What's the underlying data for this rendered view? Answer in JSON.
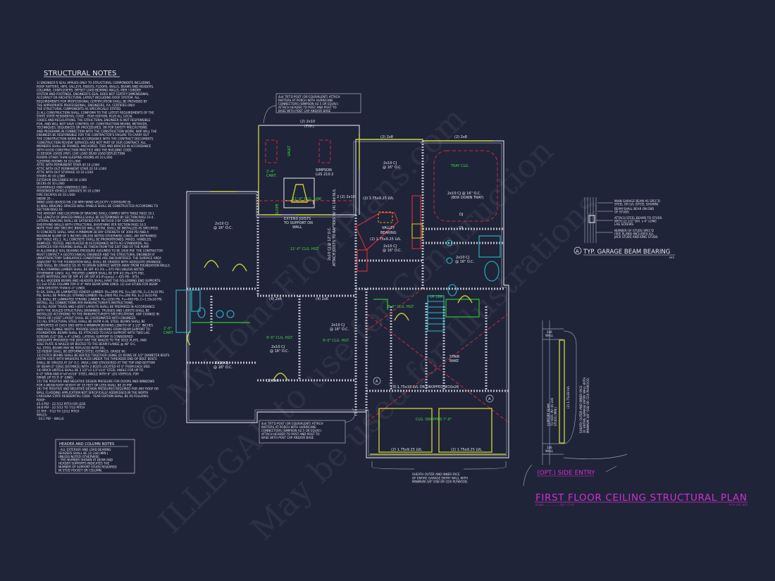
{
  "structural_notes": {
    "title": "STRUCTURAL NOTES",
    "lines": [
      "1) ENGINEER'S SEAL APPLIES ONLY TO STRUCTURAL COMPONENTS INCLUDING",
      "ROOF RAFTERS, HIPS, VALLEYS, RIDGES, FLOORS, WALLS, BEAMS AND HEADERS,",
      "COLUMNS, CANTILEVERS, OFFSET LOAD BEARING WALLS, PIER / GIRDER",
      "SYSTEM AND FOOTINGS. ENGINEER'S SEAL DOES NOT CERTIFY DIMENSIONAL",
      "ACCURACY OR ARCHITECTURAL LAYOUT INCLUDING ROOF SYSTEM. ALL",
      "REQUIREMENTS FOR PROFESSIONAL CERTIFICATION SHALL BE PROVIDED BY",
      "THE APPROPRIATE PROFESSIONAL. ENGINEERS, P.A. CERTIFIES ONLY",
      "THE STRUCTURAL COMPONENTS AS SPECIFICALLY STATED.",
      "2) ALL CONSTRUCTION SHALL CONFORM TO THE LATEST REQUIREMENTS OF THE",
      "STATE STATE RESIDENTIAL CODE - YEAR EDITION, PLUS ALL LOCAL",
      "CODES AND REGULATIONS. THE STRUCTURAL ENGINEER IS NOT RESPONSIBLE",
      "FOR, AND WILL NOT HAVE CONTROL OF, CONSTRUCTION MEANS, METHODS,",
      "TECHNIQUES, SEQUENCES OR PROCEDURES, OR FOR SAFETY PRECAUTIONS",
      "AND PROGRAMS IN CONNECTION WITH THE CONSTRUCTION WORK, NOR WILL THE",
      "ENGINEER BE RESPONSIBLE FOR THE CONTRACTOR'S FAILURE TO CARRY OUT",
      "THE CONSTRUCTION WORK IN ACCORDANCE WITH THE CONTRACT DOCUMENTS.",
      "'CONSTRUCTION REVIEW' SERVICES ARE NOT PART OF OUR CONTRACT. ALL",
      "MEMBERS SHALL BE FRAMED, ANCHORED, TIED AND BRACED IN ACCORDANCE",
      "WITH GOOD CONSTRUCTION PRACTICE AND THE BUILDING CODE.",
      "3) DESIGN LOADS (PSF):            LIVE LOAD   DEAD LOAD   DEFLECTION",
      "ROOMS OTHER THAN SLEEPING ROOMS       40          10         L/360",
      "SLEEPING ROOMS                        30          10         L/360",
      "ATTIC WITH PERMANENT STAIR            40          10         L/360",
      "ATTIC WITH OUT PERMANENT STAIR        20          10         L/360",
      "ATTIC WITH OUT STORAGE                10          10         L/240",
      "STAIRS                                40          10         L/360",
      "EXTERIOR BALCONIES                    60          10         L/360",
      "DECKS                                 40          10         L/360",
      "GUARDRAILS AND HANDRAILS              200         -          -",
      "PASSENGER VEHICLE GARAGES             50          10         L/360",
      "FIRE ESCAPES                          40          10         L/360",
      "SNOW                                  20          -          -",
      "WIND LOAD        (BASED ON 130 MPH WIND VELOCITY / EXPOSURE B)",
      "4) WALL BRACING: BRACED WALL PANELS SHALL BE CONSTRUCTED ACCORDING TO",
      "SECTION R602.10.",
      "THE AMOUNT AND LOCATION OF BRACING SHALL COMPLY WITH TABLE R602.10.1.",
      "THE LENGTH OF BRACED PANELS SHALL BE DETERMINED BY SECTION R602.10.4.",
      "LATERAL BRACING SHALL BE SATISFIED FOR METHOD 3 BY CONTINUOUSLY",
      "SHEATHING WALLS WITH STRUCTURAL SHEATHING PER SECTION R602.10.5.",
      "NOTE THAT ANY SPECIFIC BRACED WALL DETAIL SHALL BE INSTALLED AS SPECIFIED.",
      "5) CONCRETE SHALL HAVE A MINIMUM 28 DAY STRENGTH OF 3000 PSI AND A",
      "MAXIMUM SLUMP OF 5 INCHES UNLESS NOTED OTHERWISE (UNO). AIR ENTRAINED",
      "PER TABLE 402.2. ALL CONCRETE SHALL BE PROPORTIONED, MIXED, HANDLED,",
      "SAMPLED, TESTED, AND PLACED IN ACCORDANCE WITH ACI STANDARDS. ALL",
      "SURFACES FOR POURING SHALL BE TAKEN FROM THE EXIT END OF THE PUMP.",
      "6) ALLOWABLE SOIL BEARING PRESSURE ASSUMED TO BE 2000 PSF. THE CONTRACTOR",
      "MUST CONTACT A GEOTECHNICAL ENGINEER AND THE STRUCTURAL ENGINEER IF",
      "UNSATISFACTORY SUBSURFACE CONDITIONS ARE ENCOUNTERED. THE SURFACE AREA",
      "ADJACENT TO THE FOUNDATION WALL SHALL BE GRADED WITH ADEQUATE DRAINAGE,",
      "AND SHALL BE GRADED SO AS TO DRAIN SURFACE WATER AWAY FROM FOUNDATION WALLS.",
      "7) ALL FRAMING LUMBER SHALL BE SPF #2 (Fb = 875 PSI) UNLESS NOTED",
      "OTHERWISE (UNO). ALL TREATED LUMBER SHALL BE SYP #2 (Fb=975 PSI).",
      "PLATE MATERIAL MAY BE SPF #3 OR SYP #3 (Fc(perp) = 425 PSI - 975).",
      "8) ALL WOODEN BEAMS AND HEADERS SHALL HAVE THE FOLLOWING END SUPPORTS:",
      "(1) 2x4 STUD COLUMN FOR 6'-0\" MAX BEAM SPAN (UNO). (2) 2x4 STUDS FOR BEAM",
      "SPAN GREATER THAN 6'-0\" (UNO).",
      "9) LVL SHALL BE LAMINATED VENEER LUMBER: Fb=2600 PSI, Fv=285 PSI, E=1.9x10 PSI.",
      "PSL SHALL BE PARALLEL STRAND LUMBER: Fb=2900 PSI, Fv=290 PSI, E=2.0x10 PSI.",
      "LSL SHALL BE LAMINATED STRAND LUMBER: Fb=2250 PSI, Fv=400 PSI, E=1.55x10 PSI.",
      "INSTALL ALL CONNECTIONS PER MANUFACTURER'S INSTRUCTIONS.",
      "10) ALL ROOF TRUSS AND I-JOIST LAYOUTS SHALL BE PREPARED IN ACCORDANCE",
      "WITH THE SEALED STRUCTURAL DRAWINGS. TRUSSES AND I-JOISTS SHALL BE",
      "INSTALLED ACCORDING TO THE MANUFACTURER'S SPECIFICATIONS. ANY CHANGE IN",
      "TRUSS OR I-JOIST LAYOUT SHALL BE COORDINATED WITH ENGINEER.",
      "11) ALL STRUCTURAL STEEL SHALL BE ASTM A-36. STEEL BEAMS SHALL BE",
      "SUPPORTED AT EACH END WITH A MINIMUM BEARING LENGTH OF 3 1/2\" INCHES",
      "AND FULL FLANGE WIDTH. PROVIDE SOLID BEARING FROM BEAM SUPPORT TO",
      "FOUNDATION. BEAMS SHALL BE ATTACHED TO EACH SUPPORT WITH TWO LAG",
      "SCREWS (1/2\" DIA. x 4\" LONG). LATERAL SUPPORT IS CONSIDERED",
      "ADEQUATE PROVIDED THE JOIST ARE TOE NAILED TO THE SOLE PLATE, AND",
      "SOLE PLATE IS NAILED OR BOLTED TO THE BEAM FLANGE @ 48\" O.C.",
      "ALL STEEL BEAMS MAY BE REPLACED WITH LVL.",
      "12) REBAR SHALL BE DEFORMED STEEL ASTM615, GRADE 60.",
      "13) FLITCH BEAMS SHALL BE BOLTED TOGETHER USING (2) ROWS OF 1/2\" DIAMETER BOLTS",
      "(ASTM A307) WITH WASHERS PLACED UNDER THE THREADED END OF BOLT. BOLTS",
      "SHALL BE SPACED AT 24\" O.C. (MAX.) AND STAGGERED AT THE TOP AND BOTTOM",
      "OF BEAM (2\" EDGE DISTANCE) WITH 2 BOLTS LOCATED AT 6\" FROM EACH END.",
      "14) BRICK LINTELS SHALL BE 3 1/2\"x3 1/2\"x1/4\" STEEL ANGLE FOR UP TO",
      "6'-0\" SPAN AND 6\"x4\"x5/16\" STEEL ANGLE WITH 6\" LEG VERTICAL FOR",
      "SPANS UP TO 9'-0\" (UNO).",
      "15) THE POSITIVE AND NEGATIVE DESIGN PRESSURE FOR DOORS AND WINDOWS",
      "FOR A MEAN ROOF HEIGHT OF 35 FEET OR LESS SHALL BE 25 PSF.",
      "16) THE POSITIVE AND NEGATIVE DESIGN PRESSURES REQUIRED FOR ANY ROOF OR",
      "WALL CLADDING APPLICATION NOT SPECIFICALLY ADDRESSED IN THE NORTH",
      "CAROLINA STATE RESIDENTIAL CODE - YEAR EDITION SHALL BE AS FOLLOWS:",
      "ROOF:",
      "  45.4 PSF - 22.5/12 PITCH OR LESS",
      "  34.8 PSF - 22.5/12 TO 7/12 PITCH",
      "  21 PSF - 7/12 TO 12/12 PITCH",
      "WALLS:",
      "  - 24.1 PSF - WALLS"
    ]
  },
  "header_column_notes": {
    "title": "HEADER AND COLUMN NOTES",
    "lines": [
      "- ALL EXTERIOR AND LOAD BEARING",
      "HEADERS SHALL BE (2) 2x8 (MIN.)",
      "UNLESS NOTED OTHERWISE.",
      "- THE NUMBER SHOWN AT BEAM AND",
      "HEADER SUPPORTS INDICATES THE",
      "NUMBER OF SUPPORT STUDS REQUIRED",
      "IN STUD POCKET OR COLUMN."
    ]
  },
  "callouts": {
    "porch_post_top": [
      "4x4 TRT'D POST (OR EQUIVALENT) ATTACH",
      "RAFTERS AT PORCH WITH HURRICANE",
      "CONNECTORS (SIMPSON H2.5 OR EQUIV.)",
      "ATTACH HEADER TO POST AND POST TO",
      "BASE WITH POST CAP AND/OR BASE"
    ],
    "porch_post_bottom": [
      "4x4 TRT'D POST (OR EQUIVALENT) ATTACH",
      "RAFTERS AT PORCH WITH HURRICANE",
      "CONNECTORS (SIMPSON H2.5 OR EQUIV.)",
      "ATTACH HEADER TO POST AND POST TO",
      "BASE WITH POST CAP AND/OR BASE"
    ],
    "sheath_garage": [
      "SHEATH OUTER AND INNER FACE",
      "OF ENTIRE GARAGE ENTRY WALL WITH",
      "MINIMUM 3/8\" OSB OR CDX PLYWOOD."
    ]
  },
  "plan_labels": {
    "hdr_2_2x10_typ": "(2) 2x10",
    "typ": "(TYP.)",
    "hdr_2_2x8_a": "(2) 2x8",
    "hdr_2_2x8_b": "(2) 2x8",
    "vault": "VAULT",
    "cant": "2'-4\"",
    "cant2": "CANT.",
    "simpson": "SIMPSON",
    "simpson2": "LUS 210-2",
    "clg_line": "11'-0\" CLG. LINE",
    "slope": "SLOPE",
    "extend1": "EXTEND JOISTS",
    "extend2": "TO SUPPORT ON",
    "extend3": "WALL",
    "cj_16": "2x10 CJ",
    "oc_16": "@ 16\" O.C.",
    "clg_hgt_11": "11'-0\" CLG. HGT.",
    "cj_vertical": "2x10 CJ @ 12\" O.C.",
    "attach_rafters": "ATTACH JOISTS TO RAFTERS W/ (4) 16d NLS.",
    "lvl_a": "(2) 1.75x9.25 LVL",
    "lvl_b": "(2) 1.75x9.25 LVL",
    "hdr_2_2x10": "2 (2) 2x10",
    "valley": "VALLEY",
    "bearing": "BEARING",
    "tray": "TRAY CLG.",
    "box_down": "(BOX DOWN TRAY)",
    "cj_16_master": "2x10 CJ @ 16\" O.C.",
    "dj": "DJ",
    "hdr_14_2x6": "(4) 2x6",
    "clg_hgt_9": "9'-0\" CLG. HGT.",
    "clg_hgt_8": "8'-0\" CLG. HGT.",
    "hdr_2_2x6": "(2) 2x6",
    "up": "UP 18R",
    "stair": "STAIR",
    "rake": "RAKE",
    "dropped_beam": "(3) 1.75x18 LVL OR DROPPED W10x26",
    "clg_dropped": "CLG. DROPPED 7'-0\"",
    "garage_lvl_a": "(2) 1.75x9.25 LVL",
    "garage_lvl_b": "(2) 1.75x9.25 LVL",
    "beam_marker": "A",
    "cant_left": "2'-0\"",
    "cant_left2": "CANT."
  },
  "garage_beam_detail": {
    "marker": "A",
    "title": "TYP. GARAGE BEAM BEARING",
    "scale": "NTS",
    "notes": [
      [
        "MAIN GARAGE BEAM AS SPEC'D",
        "STEEL OR LVL (STEEL SHOWN)"
      ],
      [
        "BEAM SHALL BEAR ON END",
        "OF STUDS"
      ],
      [
        "ATTACH STEEL BEAMS TO STUDS",
        "WITH (2) 1/2\" DIA. x 4\" LONG",
        "LAG SCREWS"
      ],
      [
        "NUMBER OF STUDS SPEC'D",
        "(SEE PLANS) INCLUDES ALL",
        "JACK STUDS AND KING STUDS"
      ]
    ]
  },
  "side_entry_detail": {
    "wall_top": [
      "2x6",
      "WALL"
    ],
    "wall_bottom": [
      "2x6",
      "WALL"
    ],
    "lvl": "(3) 1.75x18 LVL",
    "support": [
      "SUPPORT BEAM",
      "TO HDR. W/ (4) 2x6",
      "STUDS (MIN.)"
    ],
    "sheath": [
      "SHEATH OUTER AND INNER FACE",
      "OF ENTIRE GARAGE ENTRY WALL WITH",
      "MINIMUM 3/8\" OSB OR CDX PLYWOOD."
    ],
    "title": "(OPT.) SIDE ENTRY"
  },
  "title_block": {
    "title": "FIRST FLOOR CEILING STRUCTURAL PLAN",
    "scale_label": "SCALE: .................. 1/4\" = 1'-0\"",
    "clg_note": "9'-0\" CLG. HGT."
  },
  "watermark": [
    "© MyHomeFloorPlans.com",
    "ILLEGAL to use for Construction",
    "May be used for Illustrations"
  ],
  "colors": {
    "background": "#1f2438",
    "title": "#d12fd0",
    "walls": "#c9ccd6",
    "headers": "#c8c83a",
    "ceiling_notes": "#3fdc3f",
    "dashed": "#d22a3a",
    "fixtures": "#2fb5c8"
  }
}
